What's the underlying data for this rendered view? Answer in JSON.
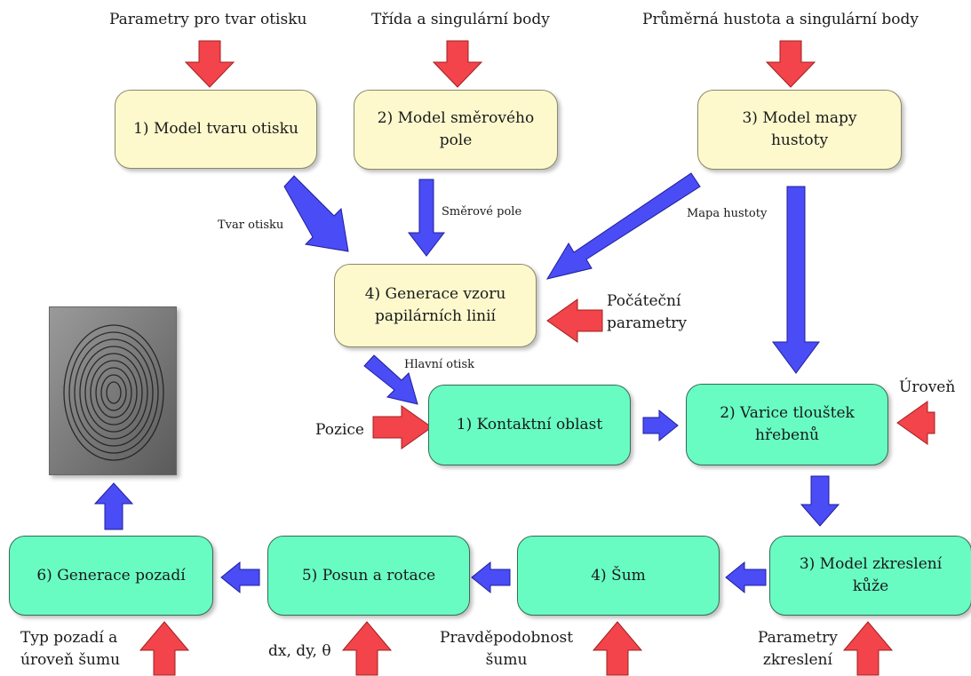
{
  "inputs": {
    "shape_params": "Parametry pro tvar otisku",
    "class_singular": "Třída a singulární body",
    "density_singular": "Průměrná hustota a singulární body",
    "initial_params_1": "Počáteční",
    "initial_params_2": "parametry",
    "position": "Pozice",
    "level": "Úroveň",
    "distortion_params_1": "Parametry",
    "distortion_params_2": "zkreslení",
    "noise_prob_1": "Pravděpodobnost",
    "noise_prob_2": "šumu",
    "translation": "dx, dy, θ",
    "background_type_1": "Typ pozadí a",
    "background_type_2": "úroveň šumu"
  },
  "stages_master": {
    "shape_model": "1) Model tvaru otisku",
    "orientation_1": "2) Model směrového",
    "orientation_2": "pole",
    "density_1": "3) Model mapy",
    "density_2": "hustoty",
    "ridge_1": "4) Generace vzoru",
    "ridge_2": "papilárních linií"
  },
  "stages_impression": {
    "contact": "1) Kontaktní oblast",
    "thickness_1": "2) Varice tlouštek",
    "thickness_2": "hřebenů",
    "skin_1": "3) Model zkreslení",
    "skin_2": "kůže",
    "noise": "4) Šum",
    "shift": "5) Posun a rotace",
    "background": "6) Generace pozadí"
  },
  "edge_labels": {
    "shape": "Tvar otisku",
    "orientation": "Směrové pole",
    "density": "Mapa hustoty",
    "master": "Hlavní otisk"
  },
  "colors": {
    "input_arrow": "#f2444a",
    "flow_arrow": "#4a4cf6",
    "master_stage": "#fdf9cd",
    "impression_stage": "#68fcc3"
  },
  "icons": {
    "fingerprint": "fingerprint-image"
  }
}
